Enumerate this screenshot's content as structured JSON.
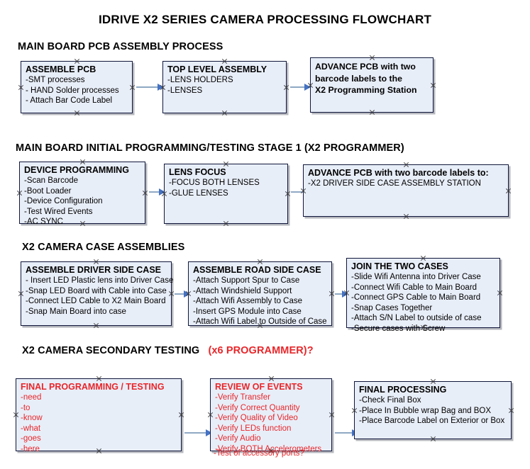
{
  "document": {
    "title": "IDRIVE X2  SERIES CAMERA PROCESSING FLOWCHART"
  },
  "sections": [
    {
      "header": "MAIN BOARD PCB ASSEMBLY PROCESS",
      "header_accent": "",
      "boxes": [
        {
          "title": "ASSEMBLE PCB",
          "lines": [
            "-SMT processes",
            "- HAND Solder processes",
            "- Attach Bar Code Label"
          ]
        },
        {
          "title": "TOP LEVEL ASSEMBLY",
          "lines": [
            "-LENS HOLDERS",
            "-LENSES"
          ]
        },
        {
          "title": "",
          "lines": [
            "ADVANCE PCB with two",
            "barcode labels to the",
            " X2 Programming Station"
          ]
        }
      ]
    },
    {
      "header": "MAIN BOARD INITIAL PROGRAMMING/TESTING STAGE 1 (X2 PROGRAMMER)",
      "header_accent": "",
      "boxes": [
        {
          "title": "DEVICE PROGRAMMING",
          "lines": [
            "-Scan Barcode",
            "-Boot Loader",
            "-Device Configuration",
            "-Test Wired Events",
            "-AC SYNC"
          ]
        },
        {
          "title": "LENS FOCUS",
          "lines": [
            "-FOCUS BOTH LENSES",
            "-GLUE LENSES"
          ]
        },
        {
          "title": "ADVANCE PCB with two barcode labels to:",
          "lines": [
            "-X2 DRIVER  SIDE  CASE  ASSEMBLY STATION"
          ]
        }
      ]
    },
    {
      "header": "X2 CAMERA CASE ASSEMBLIES",
      "header_accent": "",
      "boxes": [
        {
          "title": "ASSEMBLE DRIVER SIDE CASE",
          "lines": [
            "- Insert LED Plastic lens into Driver Case",
            "-Snap LED Board with Cable into Case",
            "-Connect LED Cable to X2 Main Board",
            "-Snap Main Board into case"
          ]
        },
        {
          "title": "ASSEMBLE ROAD SIDE CASE",
          "lines": [
            "-Attach Support Spur to Case",
            "-Attach Windshield Support",
            "-Attach Wifi Assembly to Case",
            "-Insert GPS Module into Case",
            "-Attach Wifi Label to Outside of Case"
          ]
        },
        {
          "title": "JOIN THE TWO CASES",
          "lines": [
            "-Slide Wifi Antenna into Driver Case",
            "-Connect Wifi Cable to Main Board",
            "-Connect GPS Cable to Main Board",
            "-Snap Cases Together",
            "-Attach S/N Label to outside of case",
            "-Secure cases with Screw"
          ]
        }
      ]
    },
    {
      "header": "X2 CAMERA SECONDARY TESTING",
      "header_accent": "(x6 PROGRAMMER)?",
      "boxes": [
        {
          "title": "FINAL PROGRAMMING / TESTING",
          "lines": [
            "-need",
            "-to",
            "-know",
            "-what",
            "-goes",
            "-here"
          ]
        },
        {
          "title": "REVIEW OF EVENTS",
          "lines": [
            "-Verify Transfer",
            "-Verify Correct Quantity",
            "-Verify Quality of Video",
            "-Verify LEDs function",
            "-Verify Audio",
            "-Verify BOTH Accelerometers"
          ],
          "overflow_line": "-Test of accessory ports?"
        },
        {
          "title": "FINAL PROCESSING",
          "lines": [
            " -Check Final Box",
            "-Place In Bubble wrap Bag and BOX",
            "-Place Barcode Label on Exterior or Box"
          ]
        }
      ]
    }
  ],
  "colors": {
    "box_fill": "#e8eef8",
    "box_border": "#10163a",
    "accent_red": "#e8262a",
    "connector": "#8fa8c4",
    "arrow": "#4472c4"
  }
}
